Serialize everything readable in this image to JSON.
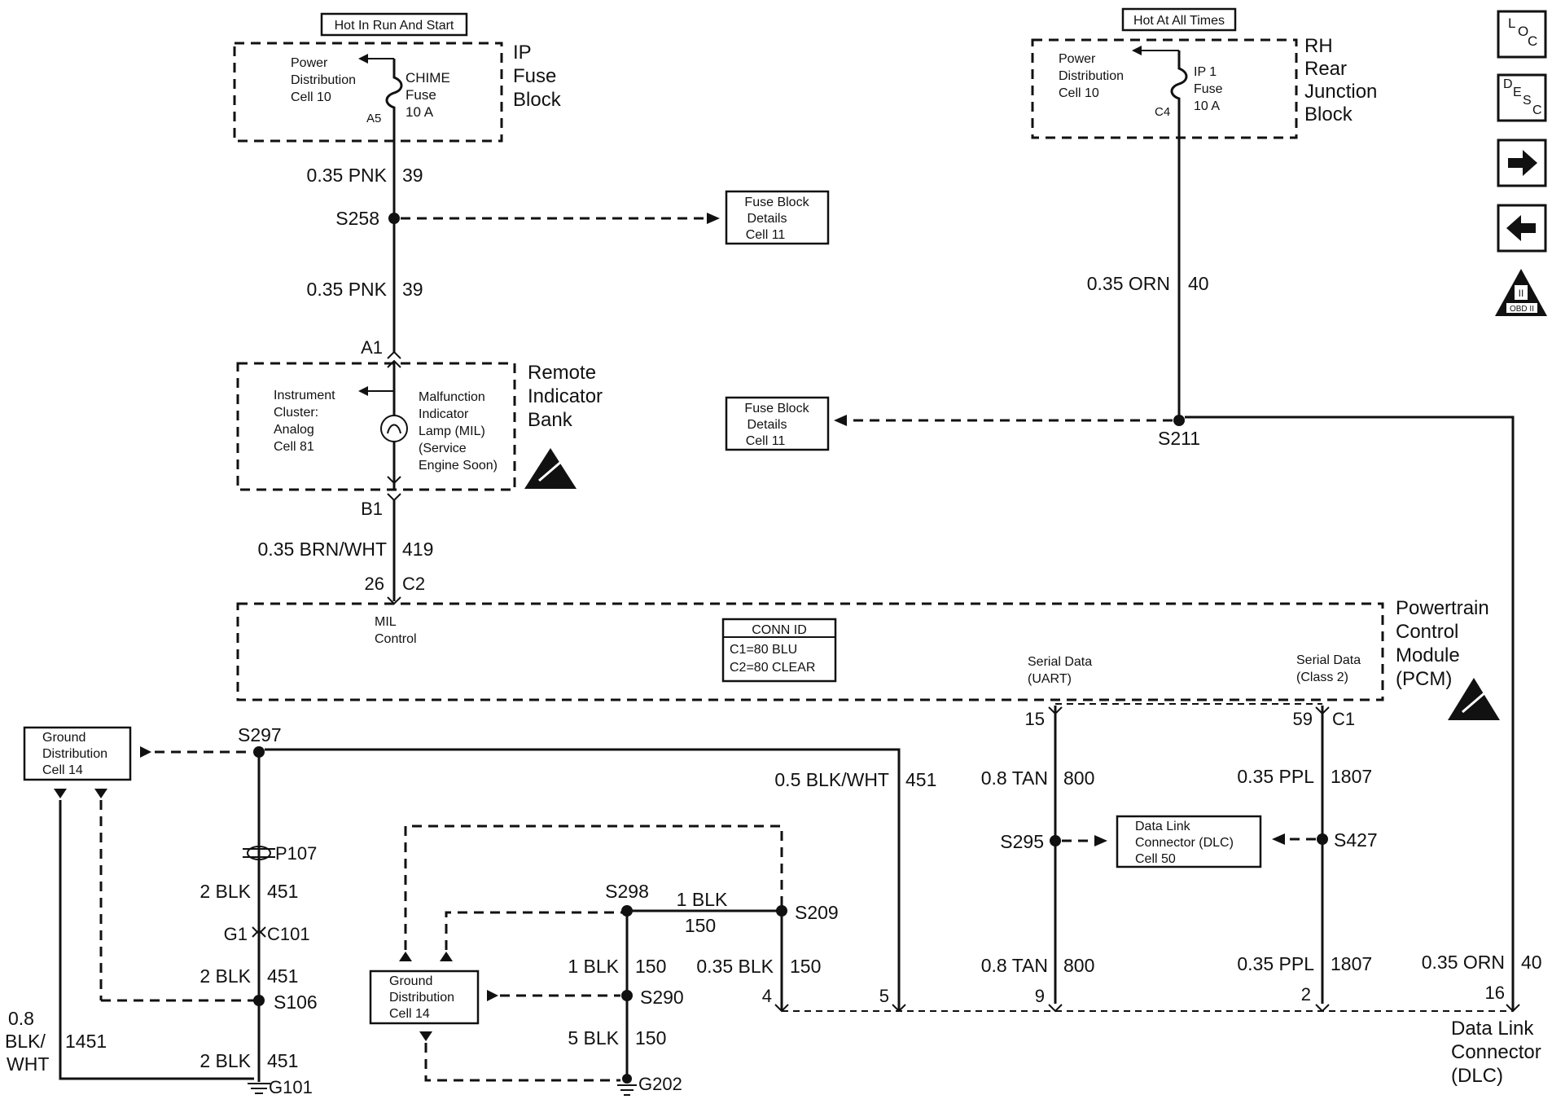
{
  "fuse_block": {
    "hot_label": "Hot In Run And Start",
    "title_lines": [
      "IP",
      "Fuse",
      "Block"
    ],
    "pd_lines": [
      "Power",
      "Distribution",
      "Cell 10"
    ],
    "fuse_lines": [
      "CHIME",
      "Fuse",
      "10 A"
    ],
    "terminal": "A5"
  },
  "rear_block": {
    "hot_label": "Hot At All Times",
    "title_lines": [
      "RH",
      "Rear",
      "Junction",
      "Block"
    ],
    "pd_lines": [
      "Power",
      "Distribution",
      "Cell 10"
    ],
    "fuse_lines": [
      "IP 1",
      "Fuse",
      "10 A"
    ],
    "terminal": "C4"
  },
  "wires": {
    "pnk_gauge": "0.35 PNK",
    "pnk_circuit": "39",
    "orn_gauge": "0.35 ORN",
    "orn_circuit": "40",
    "brnwht_gauge": "0.35 BRN/WHT",
    "brnwht_circuit": "419",
    "blkwht_gauge": "0.5 BLK/WHT",
    "blkwht_circuit": "451",
    "tan_gauge": "0.8 TAN",
    "tan_circuit": "800",
    "ppl_gauge": "0.35 PPL",
    "ppl_circuit": "1807",
    "blk2_gauge": "2 BLK",
    "blk2_circuit": "451",
    "blk1_gauge": "1 BLK",
    "blk1_circuit": "150",
    "blk035_gauge": "0.35 BLK",
    "blk035_circuit": "150",
    "blk5_gauge": "5 BLK",
    "blk5_circuit": "150",
    "bw_gauge_lines": [
      "0.8",
      "BLK/",
      "WHT"
    ],
    "bw_circuit": "1451"
  },
  "splices": {
    "s258": "S258",
    "s211": "S211",
    "s297": "S297",
    "s106": "S106",
    "s298": "S298",
    "s209": "S209",
    "s290": "S290",
    "s295": "S295",
    "s427": "S427"
  },
  "connectors": {
    "a1": "A1",
    "b1": "B1",
    "pin26": "26",
    "c2": "C2",
    "pin15": "15",
    "pin59": "59",
    "c1": "C1",
    "p107": "P107",
    "g1": "G1",
    "c101": "C101",
    "g101": "G101",
    "g202": "G202",
    "dlc_pin4": "4",
    "dlc_pin5": "5",
    "dlc_pin9": "9",
    "dlc_pin2": "2",
    "dlc_pin16": "16"
  },
  "fuse_details_top": [
    "Fuse Block",
    "Details",
    "Cell 11"
  ],
  "fuse_details_mid": [
    "Fuse Block",
    "Details",
    "Cell 11"
  ],
  "indicator": {
    "title_lines": [
      "Remote",
      "Indicator",
      "Bank"
    ],
    "cluster_lines": [
      "Instrument",
      "Cluster:",
      "Analog",
      "Cell 81"
    ],
    "lamp_lines": [
      "Malfunction",
      "Indicator",
      "Lamp (MIL)",
      "(Service",
      "Engine Soon)"
    ]
  },
  "pcm": {
    "title_lines": [
      "Powertrain",
      "Control",
      "Module",
      "(PCM)"
    ],
    "mil_lines": [
      "MIL",
      "Control"
    ],
    "conn_id_title": "CONN ID",
    "conn_id_c1": "C1=80 BLU",
    "conn_id_c2": "C2=80 CLEAR",
    "serial_uart_lines": [
      "Serial Data",
      "(UART)"
    ],
    "serial_class2_lines": [
      "Serial Data",
      "(Class 2)"
    ]
  },
  "ground_dist_left": [
    "Ground",
    "Distribution",
    "Cell 14"
  ],
  "ground_dist_mid": [
    "Ground",
    "Distribution",
    "Cell 14"
  ],
  "dlc_details": [
    "Data Link",
    "Connector (DLC)",
    "Cell 50"
  ],
  "dlc_title_lines": [
    "Data Link",
    "Connector",
    "(DLC)"
  ],
  "nav": {
    "loc": [
      "L",
      "O",
      "C"
    ],
    "desc": [
      "D",
      "E",
      "S",
      "C"
    ],
    "obd_label": "OBD II",
    "obd_roman": "II"
  }
}
